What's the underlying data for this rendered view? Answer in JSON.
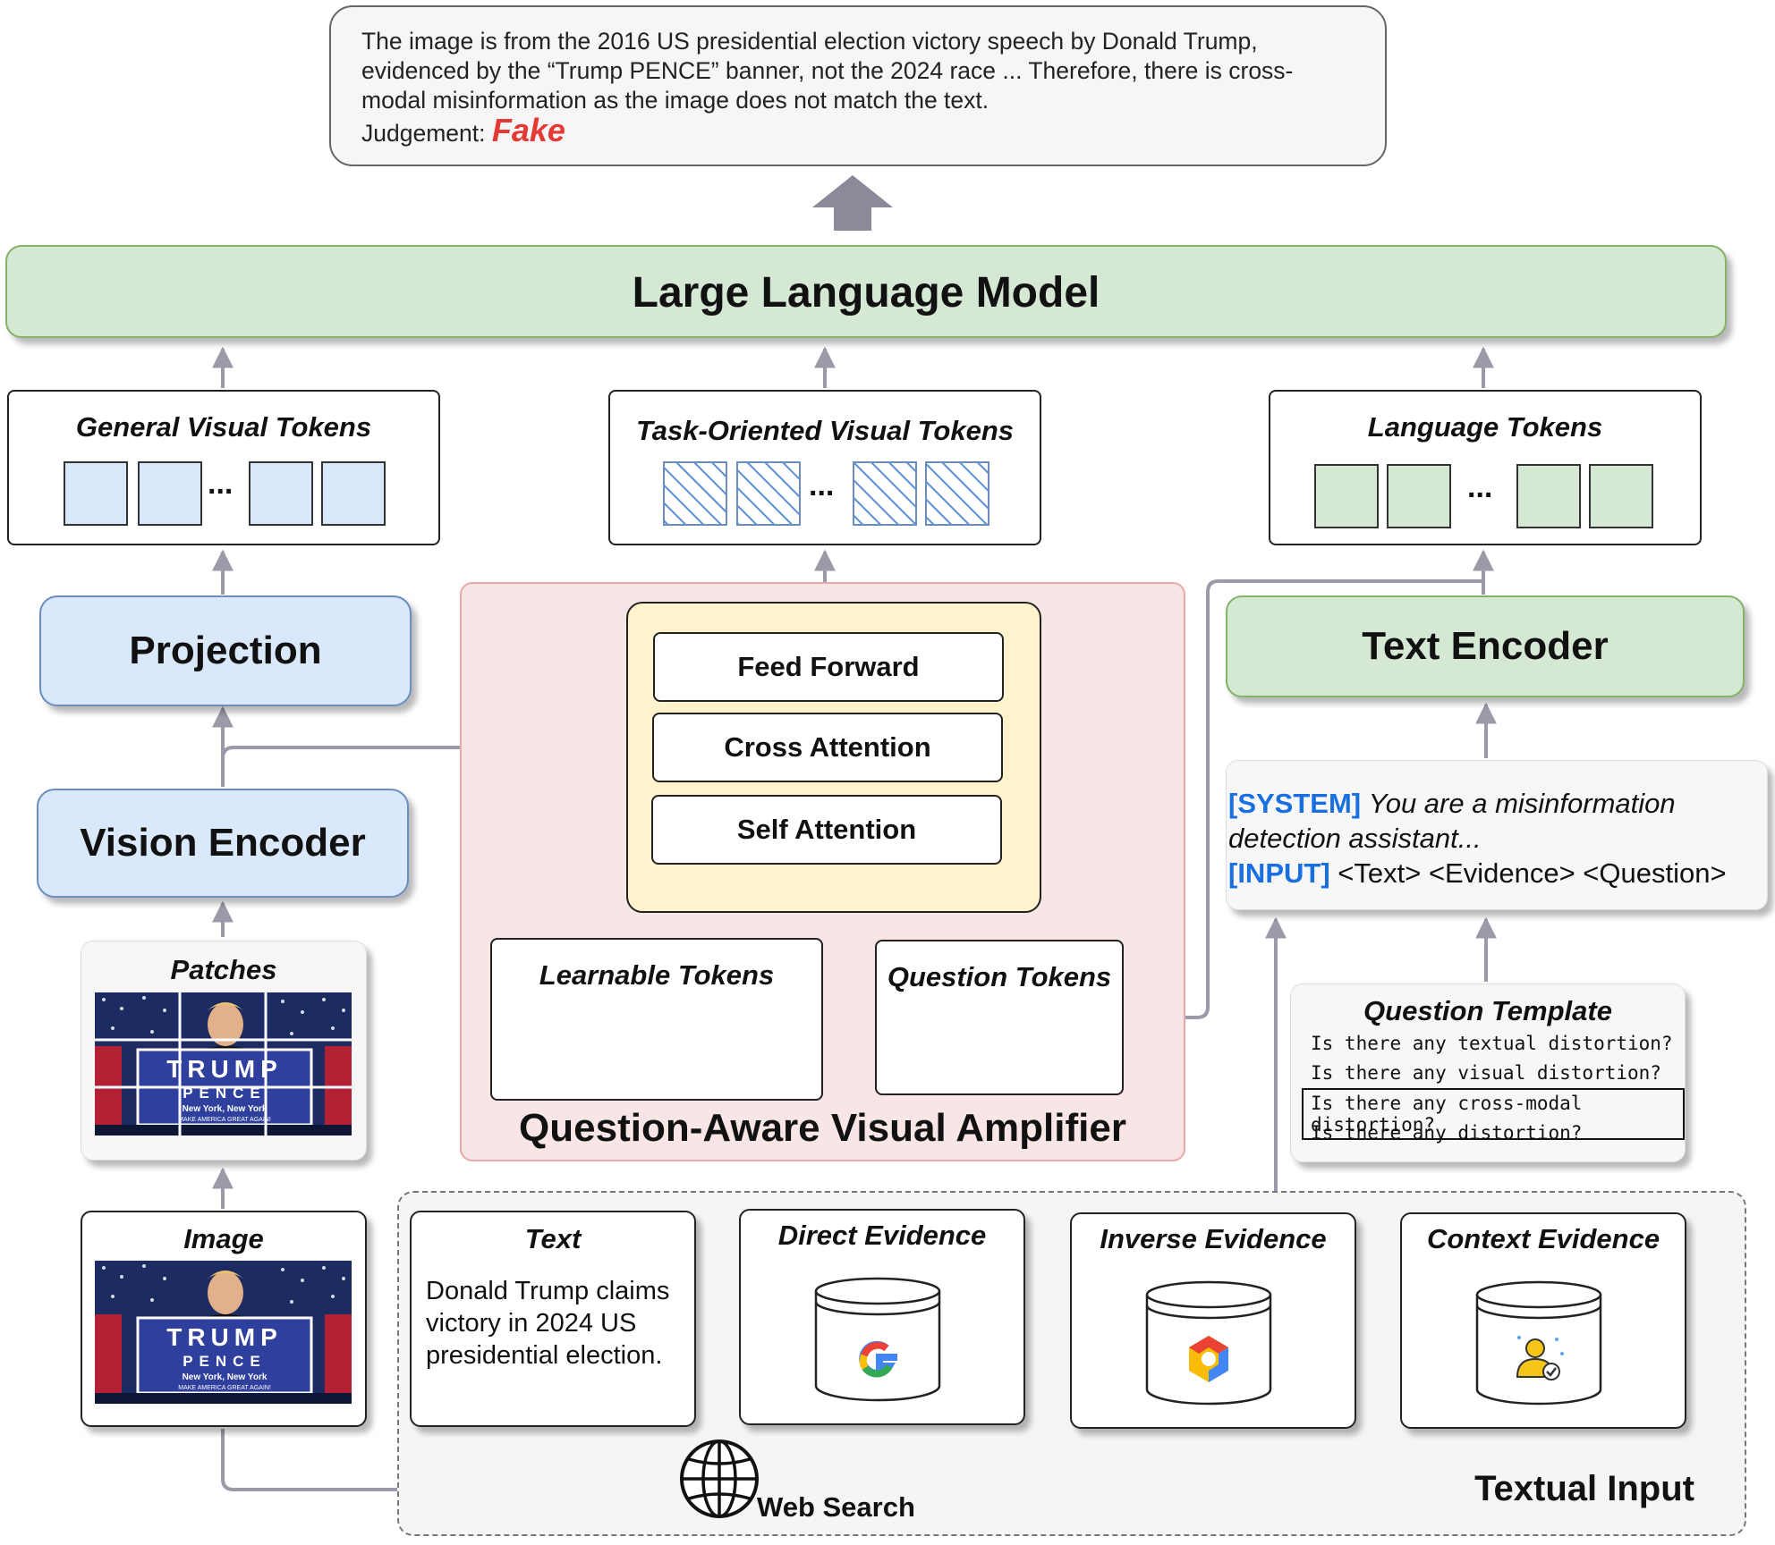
{
  "output": {
    "line1": "The image is from the 2016 US presidential election victory speech by Donald Trump,",
    "line2": "evidenced by the “Trump PENCE” banner, not the 2024 race ... Therefore, there is cross-",
    "line3": "modal misinformation as the image does not match the text.",
    "judgement_label": "Judgement:",
    "judgement_value": "Fake"
  },
  "llm": {
    "label": "Large Language Model"
  },
  "tokens": {
    "general_visual": "General Visual Tokens",
    "task_oriented": "Task-Oriented Visual Tokens",
    "language": "Language Tokens",
    "learnable": "Learnable Tokens",
    "question": "Question Tokens",
    "ellipsis": "..."
  },
  "modules": {
    "projection": "Projection",
    "vision_encoder": "Vision Encoder",
    "text_encoder": "Text Encoder",
    "feed_forward": "Feed Forward",
    "cross_attention": "Cross Attention",
    "self_attention": "Self Attention",
    "amplifier": "Question-Aware Visual Amplifier"
  },
  "prompt": {
    "system_tag": "[SYSTEM]",
    "system_text_1": "You are a misinformation",
    "system_text_2": "detection assistant...",
    "input_tag": "[INPUT]",
    "input_text": "<Text> <Evidence> <Question>"
  },
  "question_template": {
    "title": "Question Template",
    "items": [
      "Is there any textual distortion?",
      "Is there any visual distortion?",
      "Is there any cross-modal distortion?",
      "Is there any distortion?"
    ]
  },
  "inputs": {
    "patches": "Patches",
    "image": "Image",
    "text_title": "Text",
    "text_line1": "Donald Trump claims",
    "text_line2": "victory in 2024 US",
    "text_line3": "presidential election.",
    "direct_evidence": "Direct Evidence",
    "inverse_evidence": "Inverse Evidence",
    "context_evidence": "Context Evidence",
    "web_search": "Web Search",
    "textual_input": "Textual Input"
  },
  "photo": {
    "banner_top": "TRUMP",
    "banner_mid": "PENCE",
    "banner_city": "New York, New York",
    "banner_slogan": "MAKE AMERICA GREAT AGAIN!"
  },
  "colors": {
    "blue_fill": "#dae8fc",
    "blue_stroke": "#6c8ebf",
    "green_fill": "#d5e8d4",
    "green_stroke": "#82b366",
    "pink_fill": "#f8e6e6",
    "pink_stroke": "#e8a9a9",
    "yellow_fill": "#fff2cc",
    "arrow": "#9a9aa8",
    "tag_blue": "#1a6fe0",
    "fake_red": "#e53935"
  }
}
